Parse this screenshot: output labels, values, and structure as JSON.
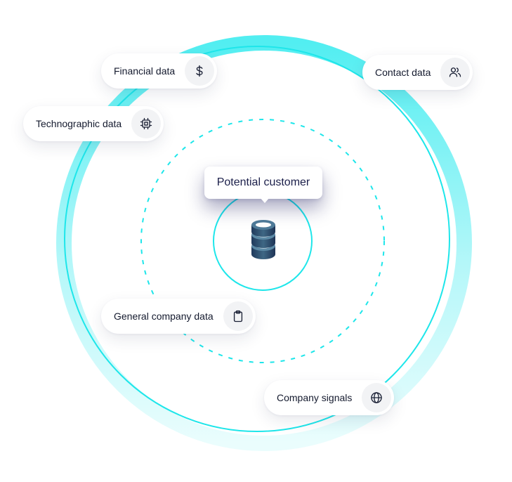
{
  "center": {
    "label": "Potential customer",
    "icon": "database-icon"
  },
  "nodes": [
    {
      "id": "financial",
      "label": "Financial data",
      "icon": "dollar-icon"
    },
    {
      "id": "contact",
      "label": "Contact data",
      "icon": "users-icon"
    },
    {
      "id": "technographic",
      "label": "Technographic data",
      "icon": "cpu-chip-icon"
    },
    {
      "id": "general",
      "label": "General company data",
      "icon": "clipboard-icon"
    },
    {
      "id": "signals",
      "label": "Company signals",
      "icon": "globe-icon"
    }
  ],
  "colors": {
    "accent": "#1ee6ea",
    "accent_light": "#bff8fa",
    "database": "#2b4a6b",
    "text": "#141a2e",
    "tooltip_text": "#1b1f4a"
  }
}
